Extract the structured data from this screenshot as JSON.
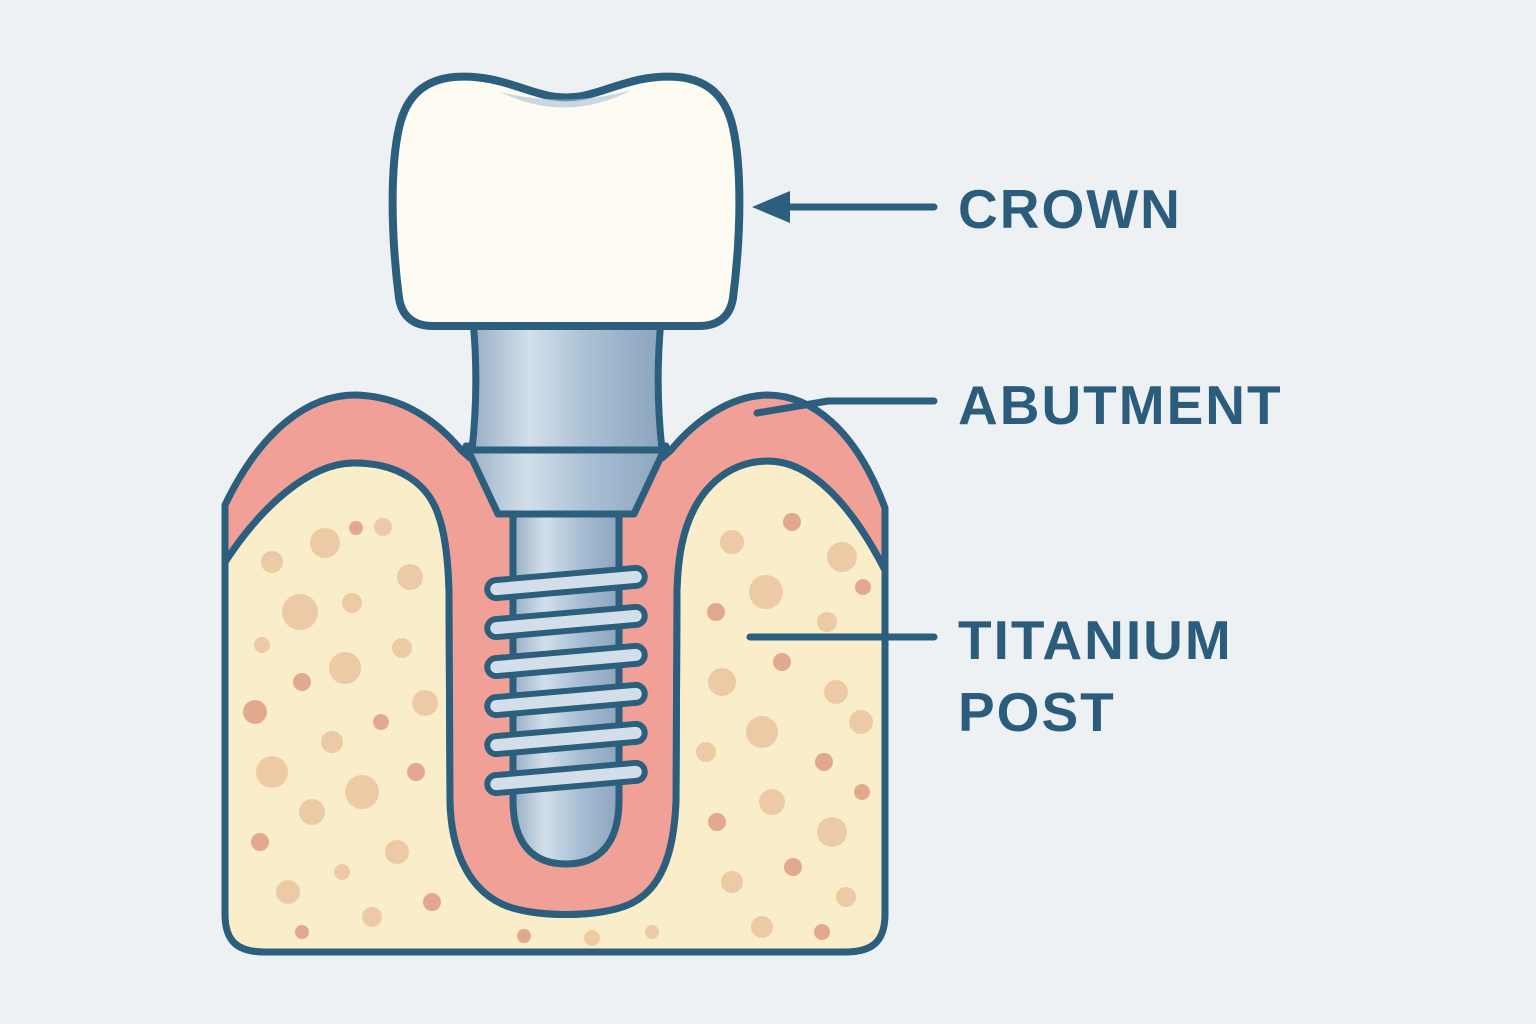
{
  "diagram": {
    "labels": {
      "crown": "CROWN",
      "abutment": "ABUTMENT",
      "titanium_post_line1": "TITANIUM",
      "titanium_post_line2": "POST"
    }
  },
  "colors": {
    "background": "#edf1f4",
    "outline": "#2c5f7d",
    "label_text": "#2b5c7c",
    "crown_fill": "#fdfbf2",
    "crown_shade": "#a9bfd4",
    "metal_light": "#d2dfea",
    "metal_mid": "#a9bfd4",
    "metal_dark": "#8ba4bd",
    "metal_edge": "#97aec5",
    "gum_fill": "#f0a096",
    "bone_fill": "#faedca",
    "bone_dot_light": "#eccaa5",
    "bone_dot_dark": "#e2a98f"
  }
}
